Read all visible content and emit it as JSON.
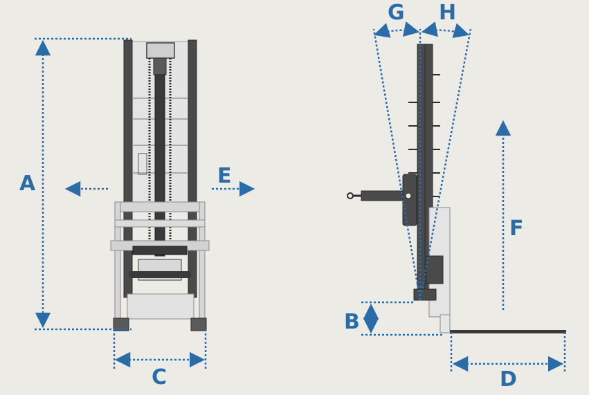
{
  "colors": {
    "background": "#ecebe6",
    "dimension": "#2a6ca8",
    "mast": "#4a4a4a",
    "mast_dark": "#2b2b2b",
    "carriage": "#d6d6d6",
    "outline": "#8a8a8a"
  },
  "labels": {
    "A": "A",
    "B": "B",
    "C": "C",
    "D": "D",
    "E": "E",
    "F": "F",
    "G": "G",
    "H": "H"
  }
}
